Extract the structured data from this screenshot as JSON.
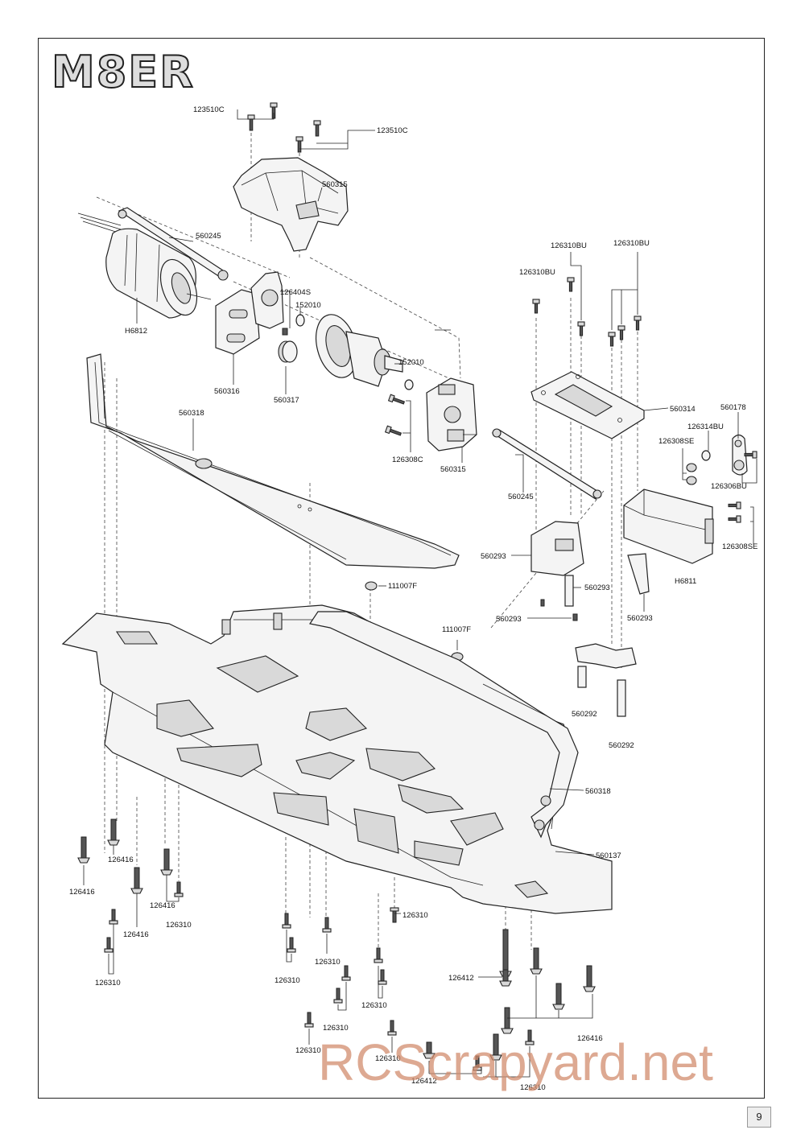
{
  "logo": {
    "text": "M8ER"
  },
  "page_number": "9",
  "watermark": "RCScrapyard.net",
  "labels": {
    "l123510c_a": "123510C",
    "l123510c_b": "123510C",
    "l560315_top": "560315",
    "l560245_top": "560245",
    "lh6812": "H6812",
    "l126404s": "126404S",
    "l152010_a": "152010",
    "l152010_b": "152010",
    "l560316": "560316",
    "l560317": "560317",
    "l560318_top": "560318",
    "l126308c": "126308C",
    "l560315_bot": "560315",
    "l126310bu_a": "126310BU",
    "l126310bu_b": "126310BU",
    "l126310bu_c": "126310BU",
    "l560314": "560314",
    "l560178": "560178",
    "l126314bu": "126314BU",
    "l126308se_a": "126308SE",
    "l126306bu": "126306BU",
    "l126308se_b": "126308SE",
    "l560245_bot": "560245",
    "l560293_a": "560293",
    "l560293_b": "560293",
    "l560293_c": "560293",
    "l560293_d": "560293",
    "lh6811": "H6811",
    "l111007f_a": "111007F",
    "l111007f_b": "111007F",
    "l560292_a": "560292",
    "l560292_b": "560292",
    "l560318_bot": "560318",
    "l560137": "560137",
    "l126416_a": "126416",
    "l126416_b": "126416",
    "l126416_c": "126416",
    "l126416_d": "126416",
    "l126416_e": "126416",
    "l126310_a": "126310",
    "l126310_b": "126310",
    "l126310_c": "126310",
    "l126310_d": "126310",
    "l126310_e": "126310",
    "l126310_f": "126310",
    "l126310_g": "126310",
    "l126310_h": "126310",
    "l126310_i": "126310",
    "l126310_j": "126310",
    "l126412_a": "126412",
    "l126412_b": "126412"
  }
}
